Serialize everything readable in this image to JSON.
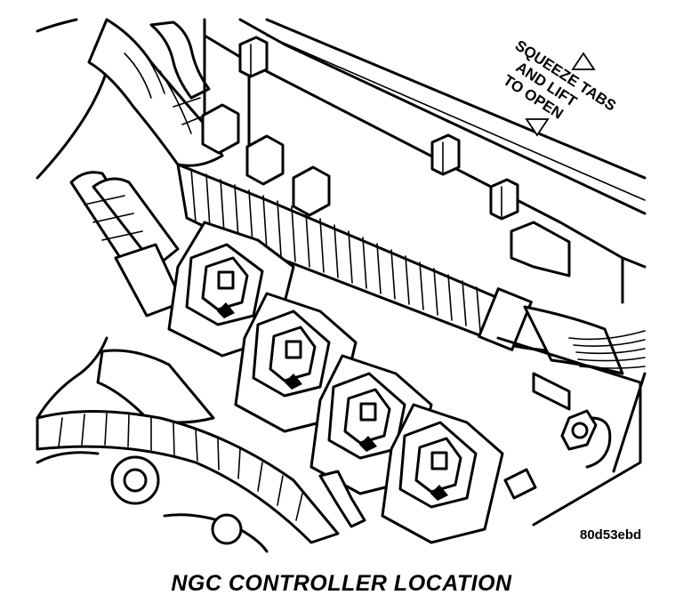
{
  "diagram": {
    "callout_lines": [
      "SQUEEZE TABS",
      "AND LIFT",
      "TO OPEN"
    ],
    "reference_code": "80d53ebd",
    "caption": "NGC CONTROLLER LOCATION"
  },
  "colors": {
    "line": "#000000",
    "background": "#ffffff"
  },
  "icons": [
    "arrow-up-icon",
    "arrow-down-icon"
  ]
}
